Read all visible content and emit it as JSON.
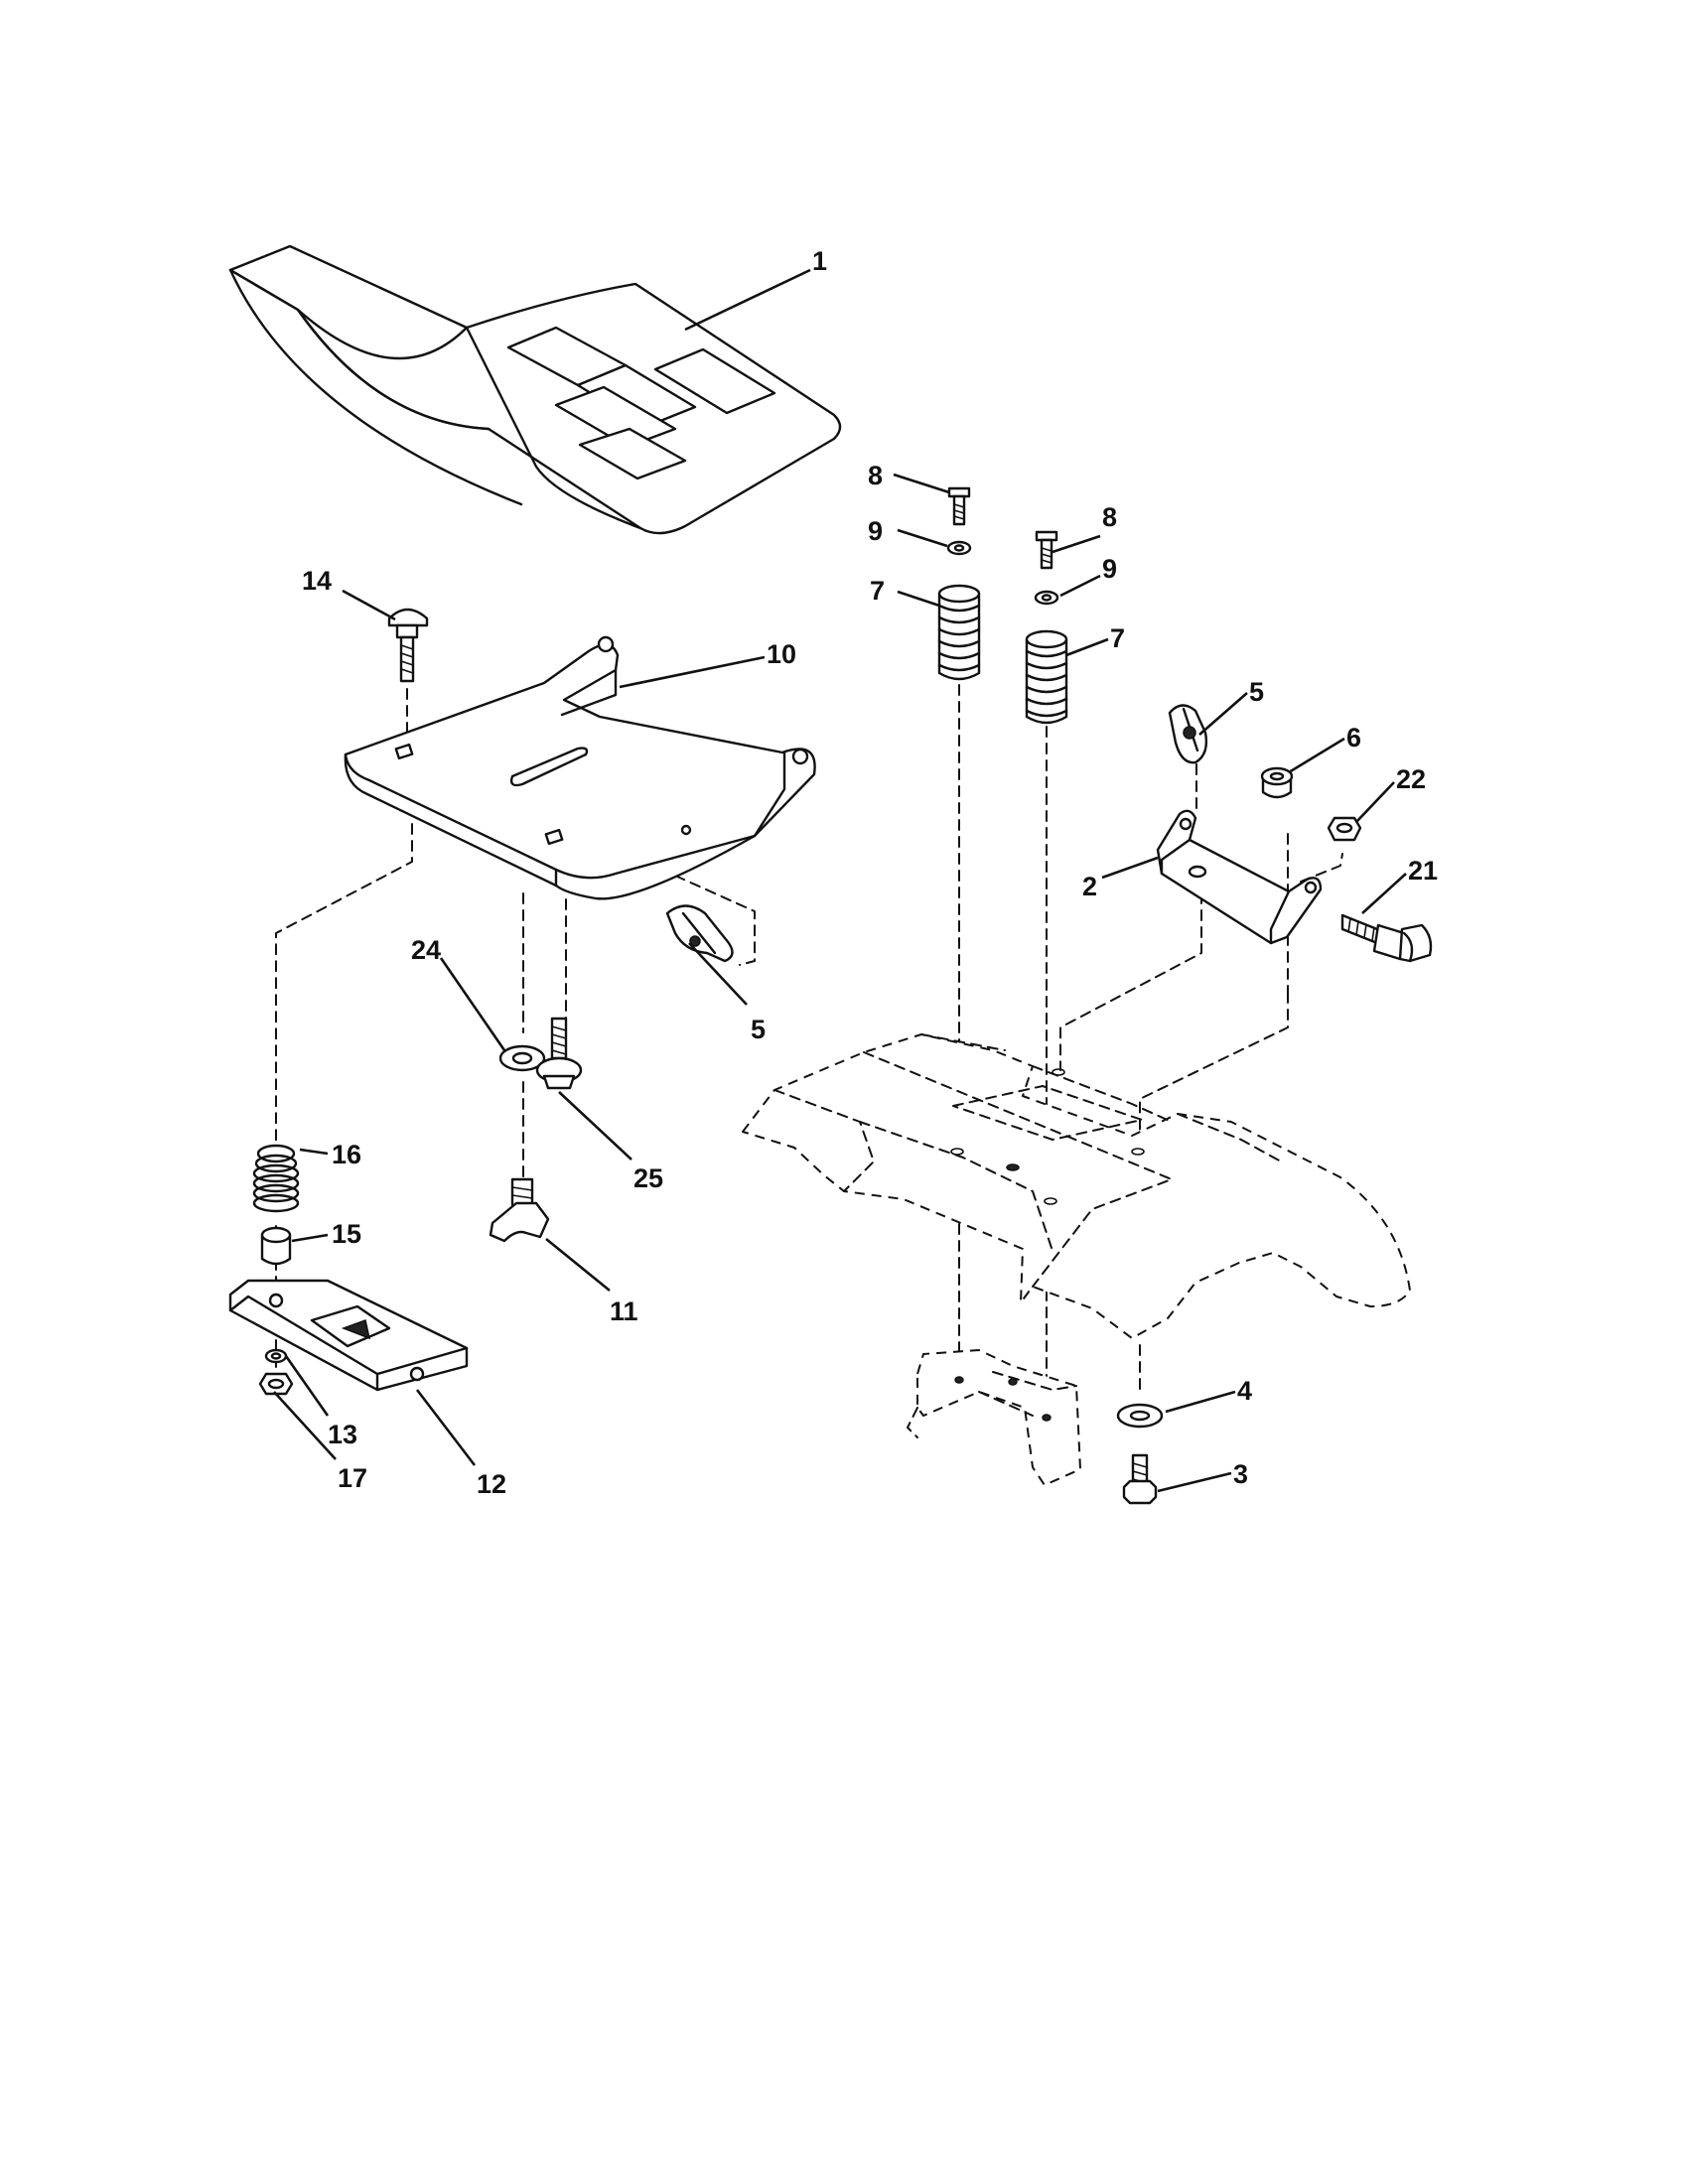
{
  "callouts": {
    "c1": "1",
    "c2": "2",
    "c3": "3",
    "c4": "4",
    "c5a": "5",
    "c5b": "5",
    "c6": "6",
    "c7a": "7",
    "c7b": "7",
    "c8a": "8",
    "c8b": "8",
    "c9a": "9",
    "c9b": "9",
    "c10": "10",
    "c11": "11",
    "c12": "12",
    "c13": "13",
    "c14": "14",
    "c15": "15",
    "c16": "16",
    "c17": "17",
    "c21": "21",
    "c22": "22",
    "c24": "24",
    "c25": "25"
  }
}
